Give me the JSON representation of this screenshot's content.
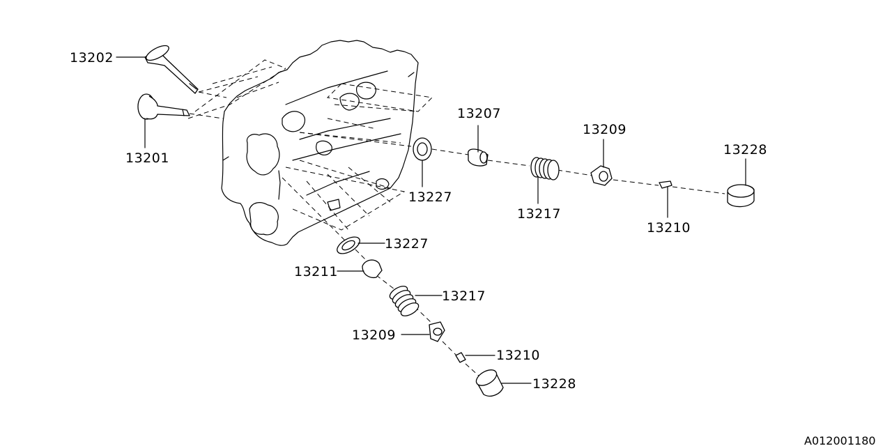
{
  "callouts": {
    "valve_exhaust": "13202",
    "valve_intake": "13201",
    "guide_upper": "13207",
    "seal_upper": "13227",
    "spring_upper": "13217",
    "retainer_upper": "13209",
    "key_upper": "13210",
    "tappet_upper": "13228",
    "seal_lower": "13227",
    "guide_lower": "13211",
    "spring_lower": "13217",
    "retainer_lower": "13209",
    "key_lower": "13210",
    "tappet_lower": "13228"
  },
  "figure_ref": "A012001180"
}
